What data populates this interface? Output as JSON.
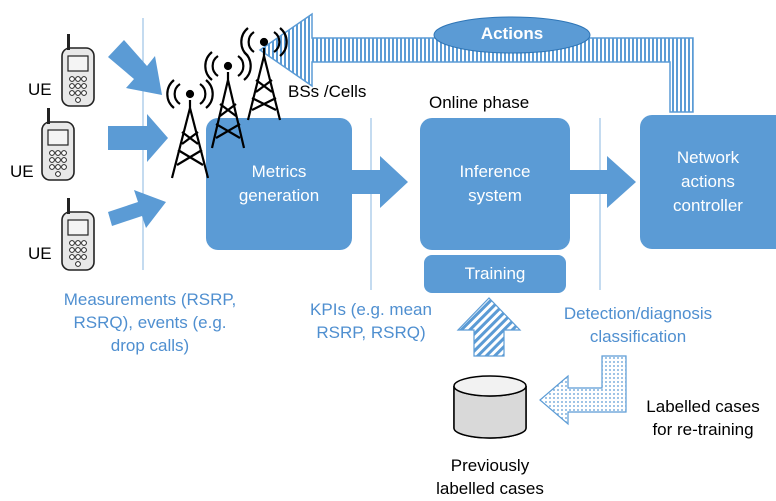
{
  "ue_label": "UE",
  "bs_label": "BSs /Cells",
  "online_phase": "Online phase",
  "actions_label": "Actions",
  "metrics_box": [
    "Metrics",
    "generation"
  ],
  "inference_box": [
    "Inference",
    "system"
  ],
  "training_box": "Training",
  "network_box": [
    "Network",
    "actions",
    "controller"
  ],
  "measurements_caption": [
    "Measurements (RSRP,",
    "RSRQ), events (e.g.",
    "drop calls)"
  ],
  "kpis_caption": [
    "KPIs (e.g. mean",
    "RSRP, RSRQ)"
  ],
  "detection_caption": [
    "Detection/diagnosis",
    "classification"
  ],
  "labelled_retraining": [
    "Labelled cases",
    "for re-training"
  ],
  "previous_cases": [
    "Previously",
    "labelled cases"
  ],
  "colors": {
    "box": "#5b9bd5",
    "caption_text": "#4f8fd0",
    "arrow": "#5b9bd5",
    "separator": "#9dc3e6"
  }
}
